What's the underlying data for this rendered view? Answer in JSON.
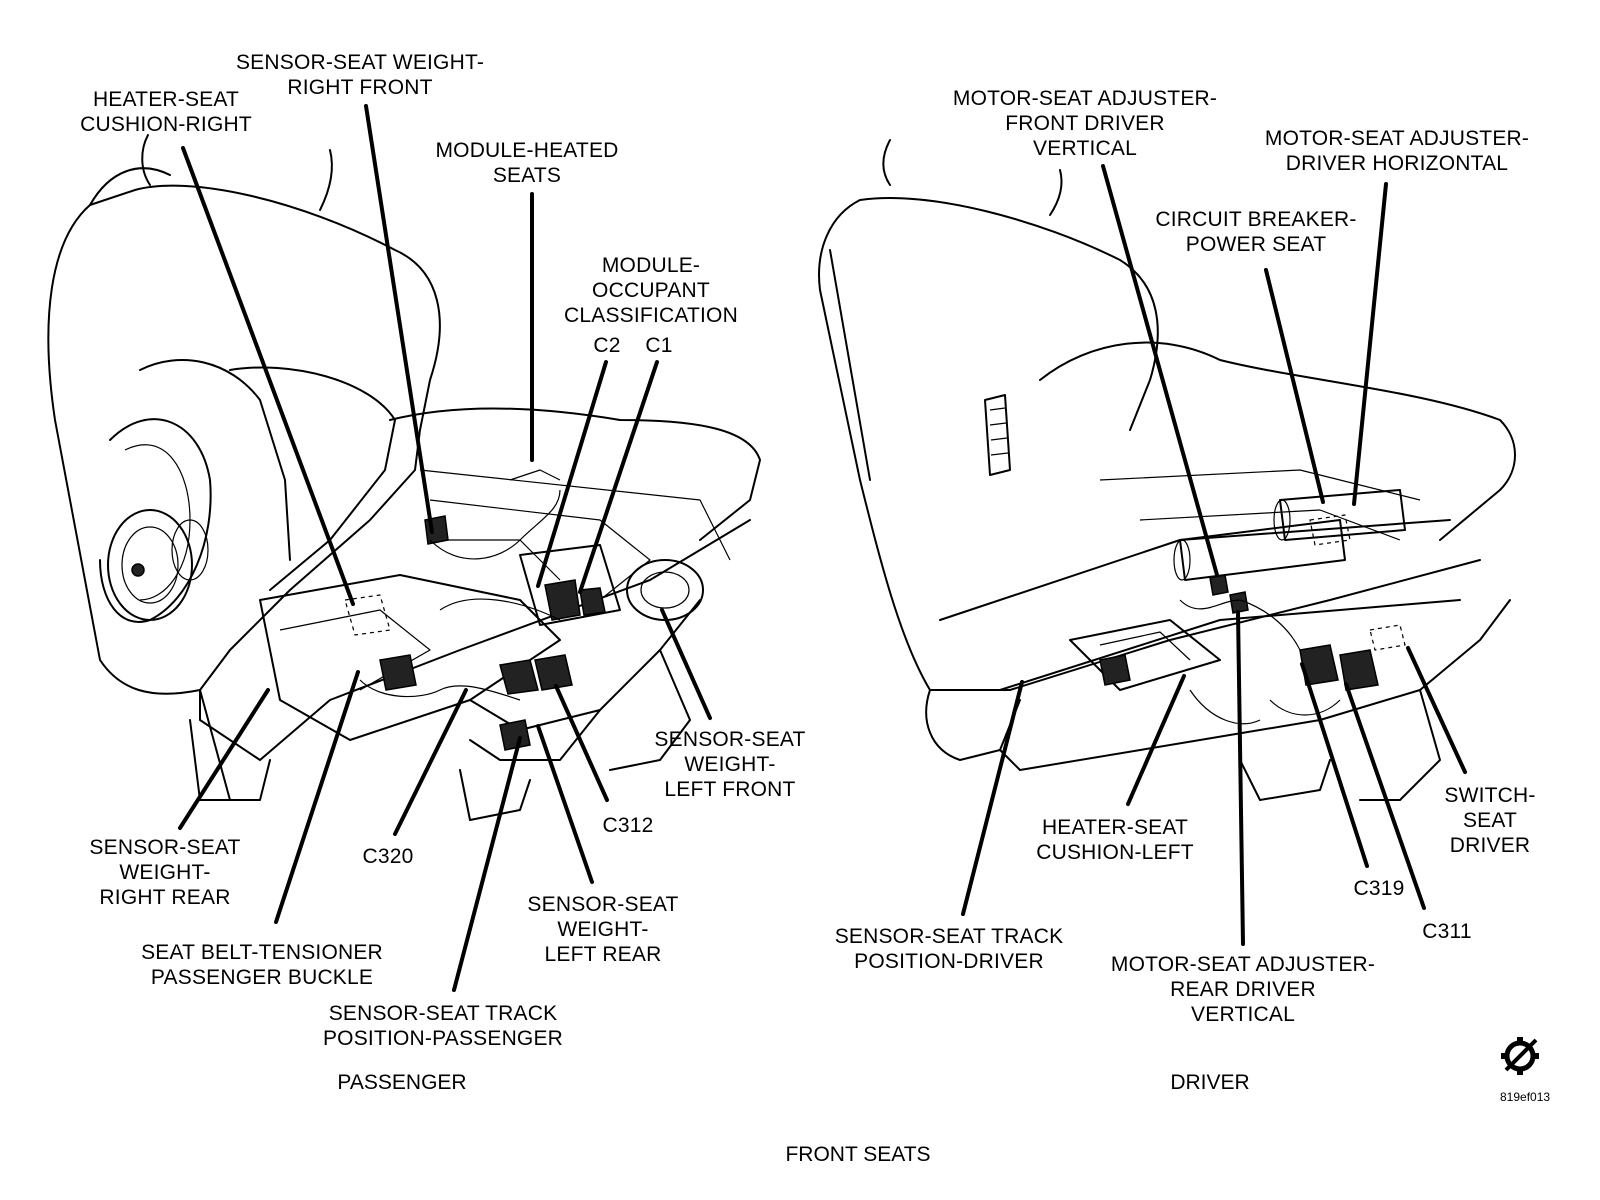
{
  "figure": {
    "title": "FRONT SEATS",
    "ref_code": "819ef013",
    "section_labels": {
      "passenger": "PASSENGER",
      "driver": "DRIVER"
    },
    "callouts": [
      {
        "id": "heater-cushion-right",
        "lines": [
          "HEATER-SEAT",
          "CUSHION-RIGHT"
        ]
      },
      {
        "id": "sensor-weight-right-front",
        "lines": [
          "SENSOR-SEAT WEIGHT-",
          "RIGHT FRONT"
        ]
      },
      {
        "id": "module-heated-seats",
        "lines": [
          "MODULE-HEATED",
          "SEATS"
        ]
      },
      {
        "id": "module-occupant-classification",
        "lines": [
          "MODULE-",
          "OCCUPANT",
          "CLASSIFICATION"
        ]
      },
      {
        "id": "c2",
        "lines": [
          "C2"
        ]
      },
      {
        "id": "c1",
        "lines": [
          "C1"
        ]
      },
      {
        "id": "sensor-weight-left-front",
        "lines": [
          "SENSOR-SEAT",
          "WEIGHT-",
          "LEFT FRONT"
        ]
      },
      {
        "id": "c312",
        "lines": [
          "C312"
        ]
      },
      {
        "id": "c320",
        "lines": [
          "C320"
        ]
      },
      {
        "id": "sensor-weight-right-rear",
        "lines": [
          "SENSOR-SEAT",
          "WEIGHT-",
          "RIGHT REAR"
        ]
      },
      {
        "id": "sensor-weight-left-rear",
        "lines": [
          "SENSOR-SEAT",
          "WEIGHT-",
          "LEFT REAR"
        ]
      },
      {
        "id": "seat-belt-tensioner",
        "lines": [
          "SEAT BELT-TENSIONER",
          "PASSENGER BUCKLE"
        ]
      },
      {
        "id": "sensor-track-passenger",
        "lines": [
          "SENSOR-SEAT TRACK",
          "POSITION-PASSENGER"
        ]
      },
      {
        "id": "motor-front-driver-vertical",
        "lines": [
          "MOTOR-SEAT ADJUSTER-",
          "FRONT DRIVER",
          "VERTICAL"
        ]
      },
      {
        "id": "motor-driver-horizontal",
        "lines": [
          "MOTOR-SEAT ADJUSTER-",
          "DRIVER HORIZONTAL"
        ]
      },
      {
        "id": "circuit-breaker-power-seat",
        "lines": [
          "CIRCUIT BREAKER-",
          "POWER SEAT"
        ]
      },
      {
        "id": "switch-seat-driver",
        "lines": [
          "SWITCH-",
          "SEAT",
          "DRIVER"
        ]
      },
      {
        "id": "heater-cushion-left",
        "lines": [
          "HEATER-SEAT",
          "CUSHION-LEFT"
        ]
      },
      {
        "id": "c319",
        "lines": [
          "C319"
        ]
      },
      {
        "id": "c311",
        "lines": [
          "C311"
        ]
      },
      {
        "id": "sensor-track-driver",
        "lines": [
          "SENSOR-SEAT TRACK",
          "POSITION-DRIVER"
        ]
      },
      {
        "id": "motor-rear-driver-vertical",
        "lines": [
          "MOTOR-SEAT ADJUSTER-",
          "REAR DRIVER",
          "VERTICAL"
        ]
      }
    ]
  }
}
